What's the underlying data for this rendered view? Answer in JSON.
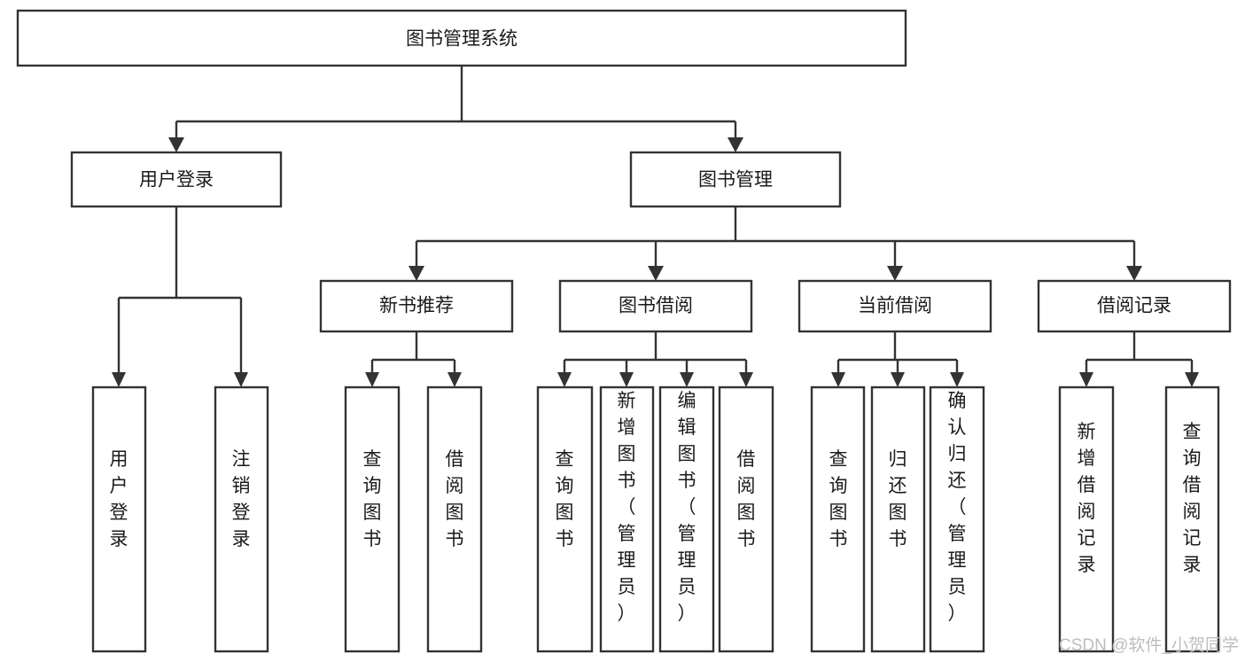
{
  "diagram": {
    "title": "图书管理系统",
    "type": "tree-hierarchy-chart",
    "orientation": "top-down",
    "colors": {
      "node_stroke": "#333333",
      "node_fill": "#ffffff",
      "label_color": "#1a1a1a",
      "background": "#ffffff",
      "watermark": "#bdbdbd"
    },
    "root": {
      "id": "root",
      "label": "图书管理系统",
      "text_orientation": "horizontal"
    },
    "level1": [
      {
        "id": "user-login",
        "label": "用户登录",
        "text_orientation": "horizontal"
      },
      {
        "id": "book-manage",
        "label": "图书管理",
        "text_orientation": "horizontal"
      }
    ],
    "level2": [
      {
        "id": "new-book-rec",
        "label": "新书推荐",
        "parent": "book-manage",
        "text_orientation": "horizontal"
      },
      {
        "id": "book-borrow",
        "label": "图书借阅",
        "parent": "book-manage",
        "text_orientation": "horizontal"
      },
      {
        "id": "current-borrow",
        "label": "当前借阅",
        "parent": "book-manage",
        "text_orientation": "horizontal"
      },
      {
        "id": "borrow-record",
        "label": "借阅记录",
        "parent": "book-manage",
        "text_orientation": "horizontal"
      }
    ],
    "leaves": [
      {
        "id": "leaf-user-login",
        "label": "用户登录",
        "parent": "user-login",
        "text_orientation": "vertical"
      },
      {
        "id": "leaf-user-logout",
        "label": "注销登录",
        "parent": "user-login",
        "text_orientation": "vertical"
      },
      {
        "id": "leaf-query-book-rec",
        "label": "查询图书",
        "parent": "new-book-rec",
        "text_orientation": "vertical"
      },
      {
        "id": "leaf-borrow-book-rec",
        "label": "借阅图书",
        "parent": "new-book-rec",
        "text_orientation": "vertical"
      },
      {
        "id": "leaf-query-book-borrow",
        "label": "查询图书",
        "parent": "book-borrow",
        "text_orientation": "vertical"
      },
      {
        "id": "leaf-add-book-admin",
        "label": "新增图书（管理员）",
        "parent": "book-borrow",
        "text_orientation": "vertical"
      },
      {
        "id": "leaf-edit-book-admin",
        "label": "编辑图书（管理员）",
        "parent": "book-borrow",
        "text_orientation": "vertical"
      },
      {
        "id": "leaf-borrow-book",
        "label": "借阅图书",
        "parent": "book-borrow",
        "text_orientation": "vertical"
      },
      {
        "id": "leaf-query-book-cur",
        "label": "查询图书",
        "parent": "current-borrow",
        "text_orientation": "vertical"
      },
      {
        "id": "leaf-return-book",
        "label": "归还图书",
        "parent": "current-borrow",
        "text_orientation": "vertical"
      },
      {
        "id": "leaf-confirm-return-admin",
        "label": "确认归还（管理员）",
        "parent": "current-borrow",
        "text_orientation": "vertical"
      },
      {
        "id": "leaf-add-borrow-record",
        "label": "新增借阅记录",
        "parent": "borrow-record",
        "text_orientation": "vertical"
      },
      {
        "id": "leaf-query-borrow-record",
        "label": "查询借阅记录",
        "parent": "borrow-record",
        "text_orientation": "vertical"
      }
    ],
    "watermark": "CSDN @软件_小贺同学"
  }
}
